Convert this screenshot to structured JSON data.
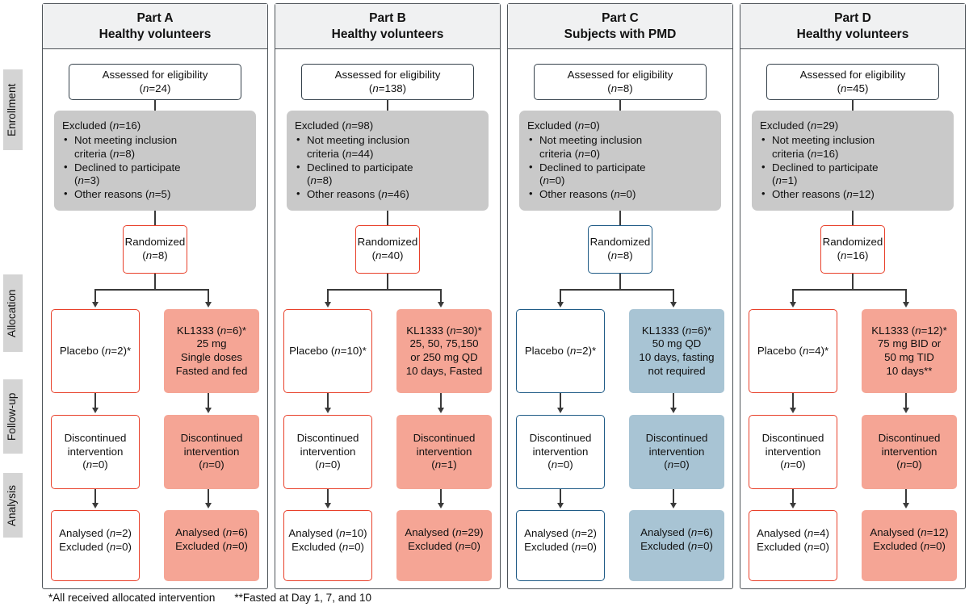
{
  "stages": [
    {
      "key": "enrollment",
      "label": "Enrollment"
    },
    {
      "key": "allocation",
      "label": "Allocation"
    },
    {
      "key": "followup",
      "label": "Follow-up"
    },
    {
      "key": "analysis",
      "label": "Analysis"
    }
  ],
  "colors": {
    "salmon_fill": "#f5a595",
    "blue_fill": "#a8c4d4",
    "grey_fill": "#c9c9c9",
    "red_outline": "#e8402a",
    "blue_outline": "#1f5b86",
    "dark_outline": "#34404a",
    "header_bg": "#f0f1f2",
    "stage_bg": "#d4d4d4"
  },
  "footnotes": {
    "one": "*All received allocated intervention",
    "two": "**Fasted at Day 1, 7, and 10"
  },
  "panels": [
    {
      "id": "part-a",
      "header": {
        "title": "Part A",
        "subtitle": "Healthy volunteers"
      },
      "assessed": {
        "line1": "Assessed for eligibility",
        "line2": "(n=24)"
      },
      "excluded": {
        "head": "Excluded (n=16)",
        "items": [
          {
            "text": "Not meeting inclusion",
            "cont": "criteria (n=8)"
          },
          {
            "text": "Declined to participate",
            "cont": "(n=3)"
          },
          {
            "text": "Other reasons (n=5)",
            "cont": ""
          }
        ]
      },
      "randomized": {
        "line1": "Randomized",
        "line2": "(n=8)"
      },
      "placebo": {
        "line1": "Placebo (n=2)*"
      },
      "treatment": {
        "lines": [
          "KL1333 (n=6)*",
          "25 mg",
          "Single doses",
          "Fasted and fed"
        ]
      },
      "disc_placebo": {
        "lines": [
          "Discontinued",
          "intervention",
          "(n=0)"
        ]
      },
      "disc_treatment": {
        "lines": [
          "Discontinued",
          "intervention",
          "(n=0)"
        ]
      },
      "analysed_placebo": {
        "lines": [
          "Analysed (n=2)",
          "Excluded (n=0)"
        ]
      },
      "analysed_treatment": {
        "lines": [
          "Analysed (n=6)",
          "Excluded (n=0)"
        ]
      }
    },
    {
      "id": "part-b",
      "header": {
        "title": "Part B",
        "subtitle": "Healthy volunteers"
      },
      "assessed": {
        "line1": "Assessed for eligibility",
        "line2": "(n=138)"
      },
      "excluded": {
        "head": "Excluded (n=98)",
        "items": [
          {
            "text": "Not meeting inclusion",
            "cont": "criteria (n=44)"
          },
          {
            "text": "Declined to participate",
            "cont": "(n=8)"
          },
          {
            "text": "Other reasons (n=46)",
            "cont": ""
          }
        ]
      },
      "randomized": {
        "line1": "Randomized",
        "line2": "(n=40)"
      },
      "placebo": {
        "line1": "Placebo (n=10)*"
      },
      "treatment": {
        "lines": [
          "KL1333 (n=30)*",
          "25, 50, 75,150",
          "or 250 mg QD",
          "10 days, Fasted"
        ]
      },
      "disc_placebo": {
        "lines": [
          "Discontinued",
          "intervention",
          "(n=0)"
        ]
      },
      "disc_treatment": {
        "lines": [
          "Discontinued",
          "intervention",
          "(n=1)"
        ]
      },
      "analysed_placebo": {
        "lines": [
          "Analysed (n=10)",
          "Excluded (n=0)"
        ]
      },
      "analysed_treatment": {
        "lines": [
          "Analysed (n=29)",
          "Excluded (n=0)"
        ]
      }
    },
    {
      "id": "part-c",
      "header": {
        "title": "Part C",
        "subtitle": "Subjects with PMD"
      },
      "assessed": {
        "line1": "Assessed for eligibility",
        "line2": "(n=8)"
      },
      "excluded": {
        "head": "Excluded (n=0)",
        "items": [
          {
            "text": "Not meeting inclusion",
            "cont": "criteria (n=0)"
          },
          {
            "text": "Declined to participate",
            "cont": "(n=0)"
          },
          {
            "text": "Other reasons (n=0)",
            "cont": ""
          }
        ]
      },
      "randomized": {
        "line1": "Randomized",
        "line2": "(n=8)"
      },
      "placebo": {
        "line1": "Placebo (n=2)*"
      },
      "treatment": {
        "lines": [
          "KL1333 (n=6)*",
          "50 mg QD",
          "10 days, fasting",
          "not required"
        ]
      },
      "disc_placebo": {
        "lines": [
          "Discontinued",
          "intervention",
          "(n=0)"
        ]
      },
      "disc_treatment": {
        "lines": [
          "Discontinued",
          "intervention",
          "(n=0)"
        ]
      },
      "analysed_placebo": {
        "lines": [
          "Analysed (n=2)",
          "Excluded (n=0)"
        ]
      },
      "analysed_treatment": {
        "lines": [
          "Analysed (n=6)",
          "Excluded (n=0)"
        ]
      }
    },
    {
      "id": "part-d",
      "header": {
        "title": "Part D",
        "subtitle": "Healthy volunteers"
      },
      "assessed": {
        "line1": "Assessed for eligibility",
        "line2": "(n=45)"
      },
      "excluded": {
        "head": "Excluded (n=29)",
        "items": [
          {
            "text": "Not meeting inclusion",
            "cont": "criteria (n=16)"
          },
          {
            "text": "Declined to participate",
            "cont": "(n=1)"
          },
          {
            "text": "Other reasons (n=12)",
            "cont": ""
          }
        ]
      },
      "randomized": {
        "line1": "Randomized",
        "line2": "(n=16)"
      },
      "placebo": {
        "line1": "Placebo (n=4)*"
      },
      "treatment": {
        "lines": [
          "KL1333 (n=12)*",
          "75 mg BID or",
          "50 mg TID",
          "10 days**"
        ]
      },
      "disc_placebo": {
        "lines": [
          "Discontinued",
          "intervention",
          "(n=0)"
        ]
      },
      "disc_treatment": {
        "lines": [
          "Discontinued",
          "intervention",
          "(n=0)"
        ]
      },
      "analysed_placebo": {
        "lines": [
          "Analysed (n=4)",
          "Excluded (n=0)"
        ]
      },
      "analysed_treatment": {
        "lines": [
          "Analysed (n=12)",
          "Excluded (n=0)"
        ]
      }
    }
  ]
}
